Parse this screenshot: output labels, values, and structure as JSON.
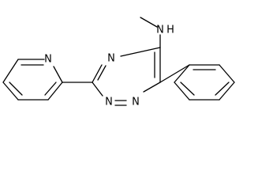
{
  "molecule": {
    "atoms": {
      "methyl_nh": "N",
      "nh_hydrogen": "H",
      "ring_n4": "N",
      "ring_n1": "N",
      "ring_n2": "N",
      "pyridine_n": "N"
    }
  },
  "colors": {
    "bond": "#000000",
    "label": "#000000",
    "background": "#ffffff"
  }
}
